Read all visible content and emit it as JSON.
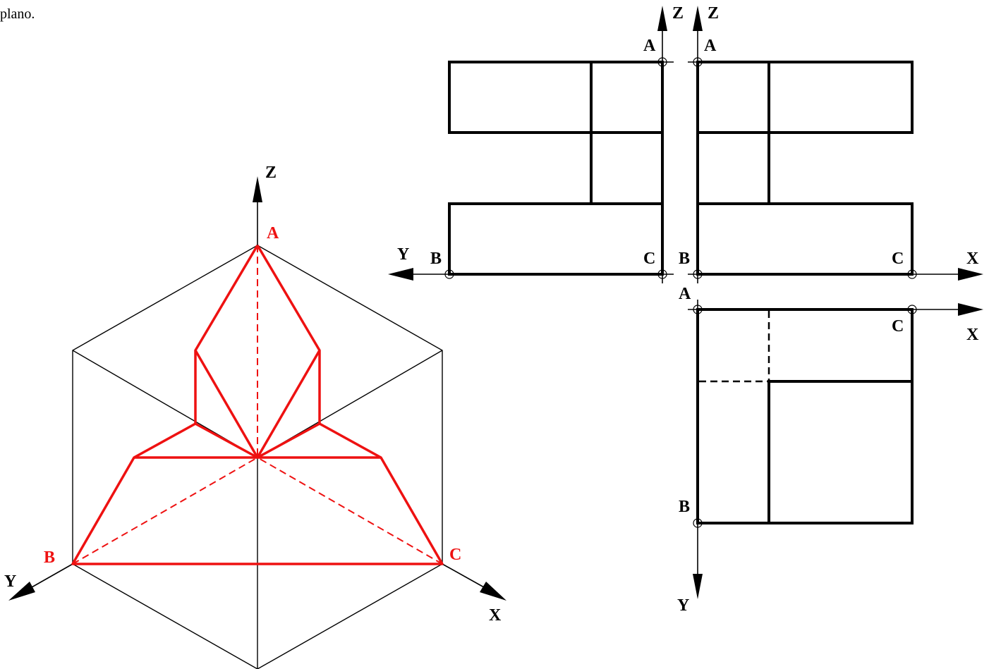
{
  "header": {
    "intro_text": "plano."
  },
  "iso_view": {
    "axis_z": "Z",
    "axis_y": "Y",
    "axis_x": "X",
    "point_a": "A",
    "point_b": "B",
    "point_c": "C",
    "highlight_color": "#ee1111"
  },
  "side_view": {
    "axis_z": "Z",
    "axis_y": "Y",
    "point_a": "A",
    "point_b": "B",
    "point_c": "C"
  },
  "front_view": {
    "axis_z": "Z",
    "axis_x": "X",
    "point_a": "A",
    "point_b": "B",
    "point_c": "C"
  },
  "top_view": {
    "axis_x": "X",
    "axis_y": "Y",
    "point_a": "A",
    "point_b": "B",
    "point_c": "C"
  }
}
